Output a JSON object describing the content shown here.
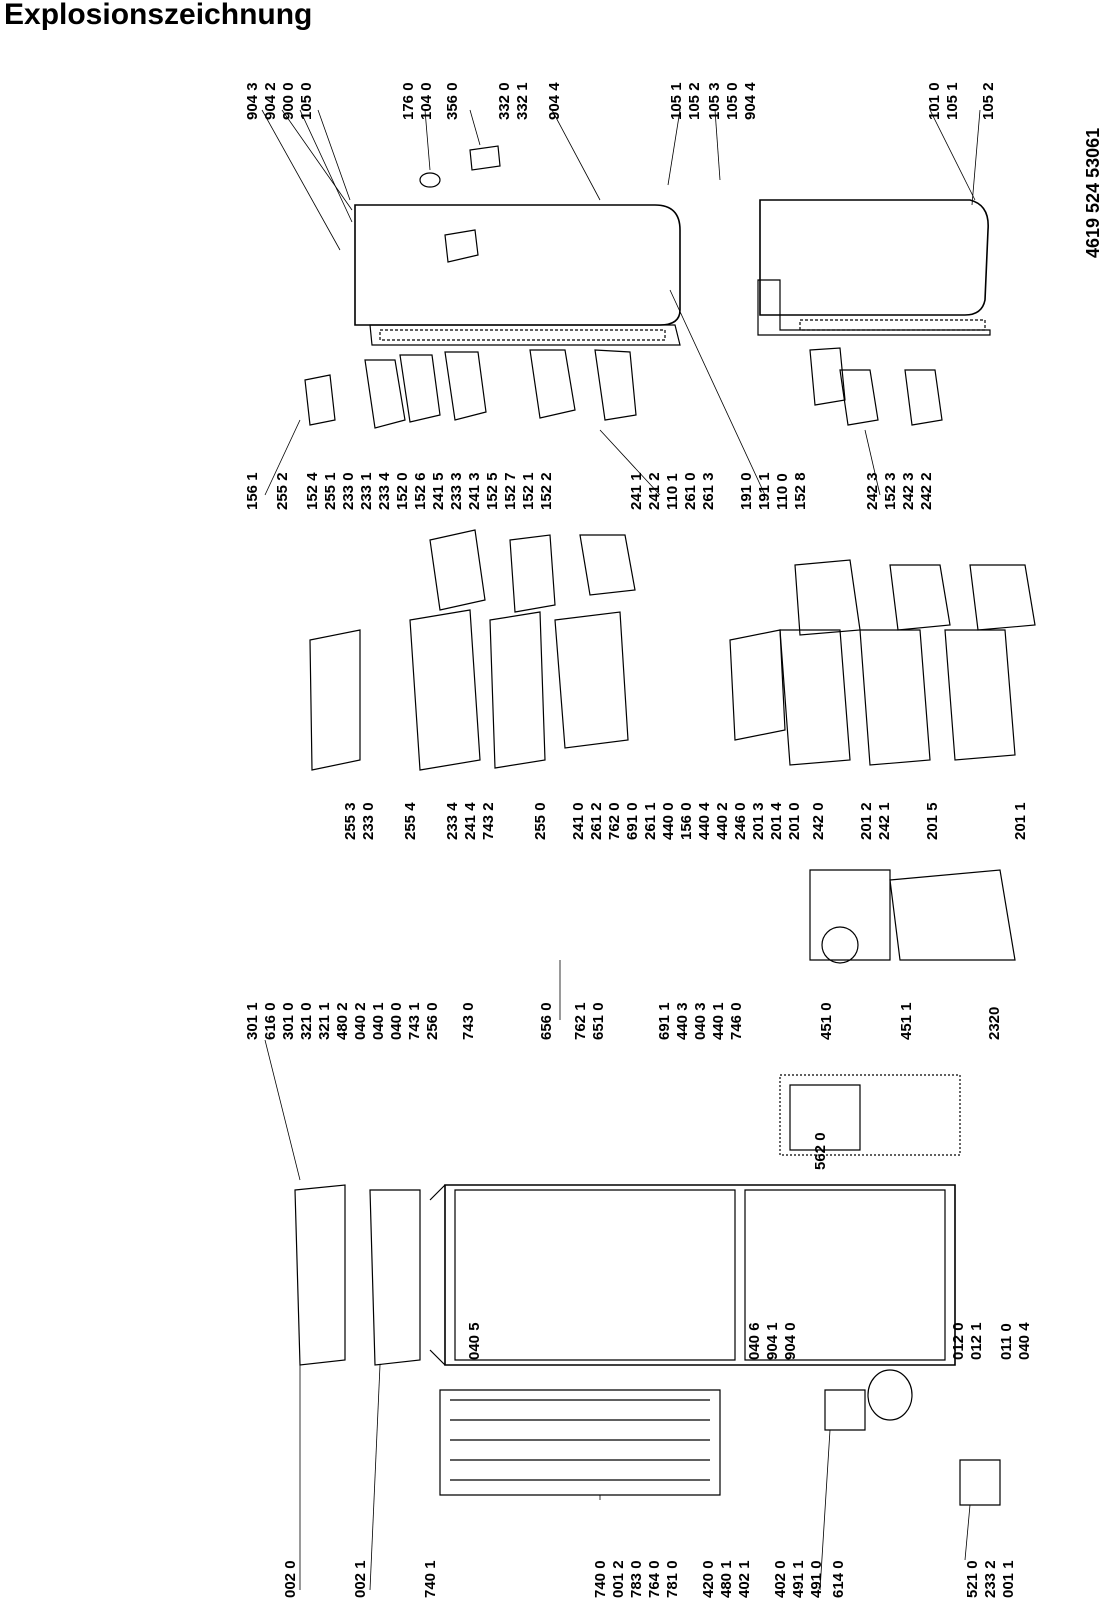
{
  "title": "Explosionszeichnung",
  "document_number": "4619 524 53061",
  "callout_groups": {
    "top_door": [
      "904 3",
      "904 2",
      "900 0",
      "105 0",
      "176 0",
      "104 0",
      "356 0",
      "332 0",
      "332 1",
      "904 4",
      "105 1",
      "105 2",
      "105 3",
      "105 0",
      "904 4",
      "101 0",
      "105 1",
      "105 2"
    ],
    "top_shelves": [
      "156 1",
      "255 2",
      "152 4",
      "255 1",
      "233 0",
      "233 1",
      "233 4",
      "152 0",
      "152 6",
      "241 5",
      "233 3",
      "241 3",
      "152 5",
      "152 7",
      "152 1",
      "152 2",
      "241 1",
      "241 2",
      "110 1",
      "261 0",
      "261 3",
      "191 0",
      "191 1",
      "110 0",
      "152 8",
      "242 3",
      "152 3",
      "242 3",
      "242 2"
    ],
    "middle": [
      "255 3",
      "233 0",
      "255 4",
      "233 4",
      "241 4",
      "743 2",
      "255 0",
      "241 0",
      "261 2",
      "762 0",
      "691 0",
      "261 1",
      "440 0",
      "156 0",
      "440 4",
      "440 2",
      "246 0",
      "201 3",
      "201 4",
      "201 0",
      "242 0",
      "201 2",
      "242 1",
      "201 5",
      "201 1"
    ],
    "left_column": [
      "301 1",
      "616 0",
      "301 0",
      "321 0",
      "321 1",
      "480 2",
      "040 2",
      "040 1",
      "040 0",
      "743 1",
      "256 0",
      "743 0",
      "656 0",
      "762 1",
      "651 0",
      "691 1",
      "440 3",
      "040 3",
      "440 1",
      "746 0",
      "451 0",
      "451 1",
      "2320",
      "562 0"
    ],
    "cabinet": [
      "040 5",
      "040 6",
      "904 1",
      "904 0",
      "011 0",
      "040 4",
      "012 0",
      "012 1"
    ],
    "bottom": [
      "002 0",
      "002 1",
      "740 1",
      "740 0",
      "001 2",
      "783 0",
      "764 0",
      "781 0",
      "420 0",
      "480 1",
      "402 1",
      "402 0",
      "491 1",
      "491 0",
      "614 0",
      "521 0",
      "233 2",
      "001 1"
    ]
  },
  "colors": {
    "line": "#000000",
    "background": "#ffffff"
  }
}
